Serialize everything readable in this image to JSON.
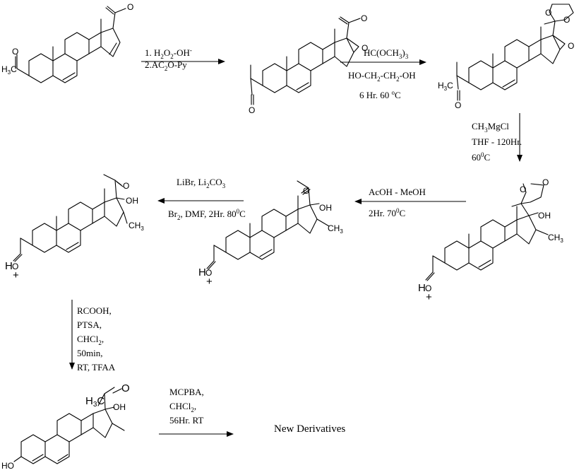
{
  "conditions": {
    "c1": [
      [
        "1. H",
        "2",
        "O",
        "2",
        "-OH",
        "-"
      ],
      [
        "2.AC",
        "2",
        "O-Py"
      ]
    ],
    "c2": [
      [
        "HC(OCH",
        "3",
        ")",
        "3"
      ],
      [
        "HO-CH",
        "2",
        "-CH",
        "2",
        "-OH"
      ],
      [
        "6 Hr. 60 ",
        "o",
        "C"
      ]
    ],
    "c3": [
      [
        "CH",
        "3",
        "MgCl"
      ],
      [
        "THF - 120Hr."
      ],
      [
        "60",
        "0",
        "C"
      ]
    ],
    "c4": [
      [
        "AcOH - MeOH"
      ],
      [
        "2Hr. 70",
        "0",
        "C"
      ]
    ],
    "c5": [
      [
        "LiBr, Li",
        "2",
        "CO",
        "3"
      ],
      [
        "Br",
        "2",
        ", DMF, 2Hr. 80",
        "0",
        "C"
      ]
    ],
    "c6": [
      [
        "RCOOH,"
      ],
      [
        "PTSA,"
      ],
      [
        "CHCl",
        "2",
        ","
      ],
      [
        "50min,"
      ],
      [
        "RT, TFAA"
      ]
    ],
    "c7": [
      [
        "MCPBA,"
      ],
      [
        "CHCl",
        "2",
        ","
      ],
      [
        "56Hr. RT"
      ]
    ]
  },
  "atoms": {
    "o": "O",
    "h3c": "H3C",
    "ch3": "CH3",
    "oh": "OH",
    "ho": "HO",
    "h": "H",
    "plus": "+"
  },
  "product_label": "New Derivatives"
}
